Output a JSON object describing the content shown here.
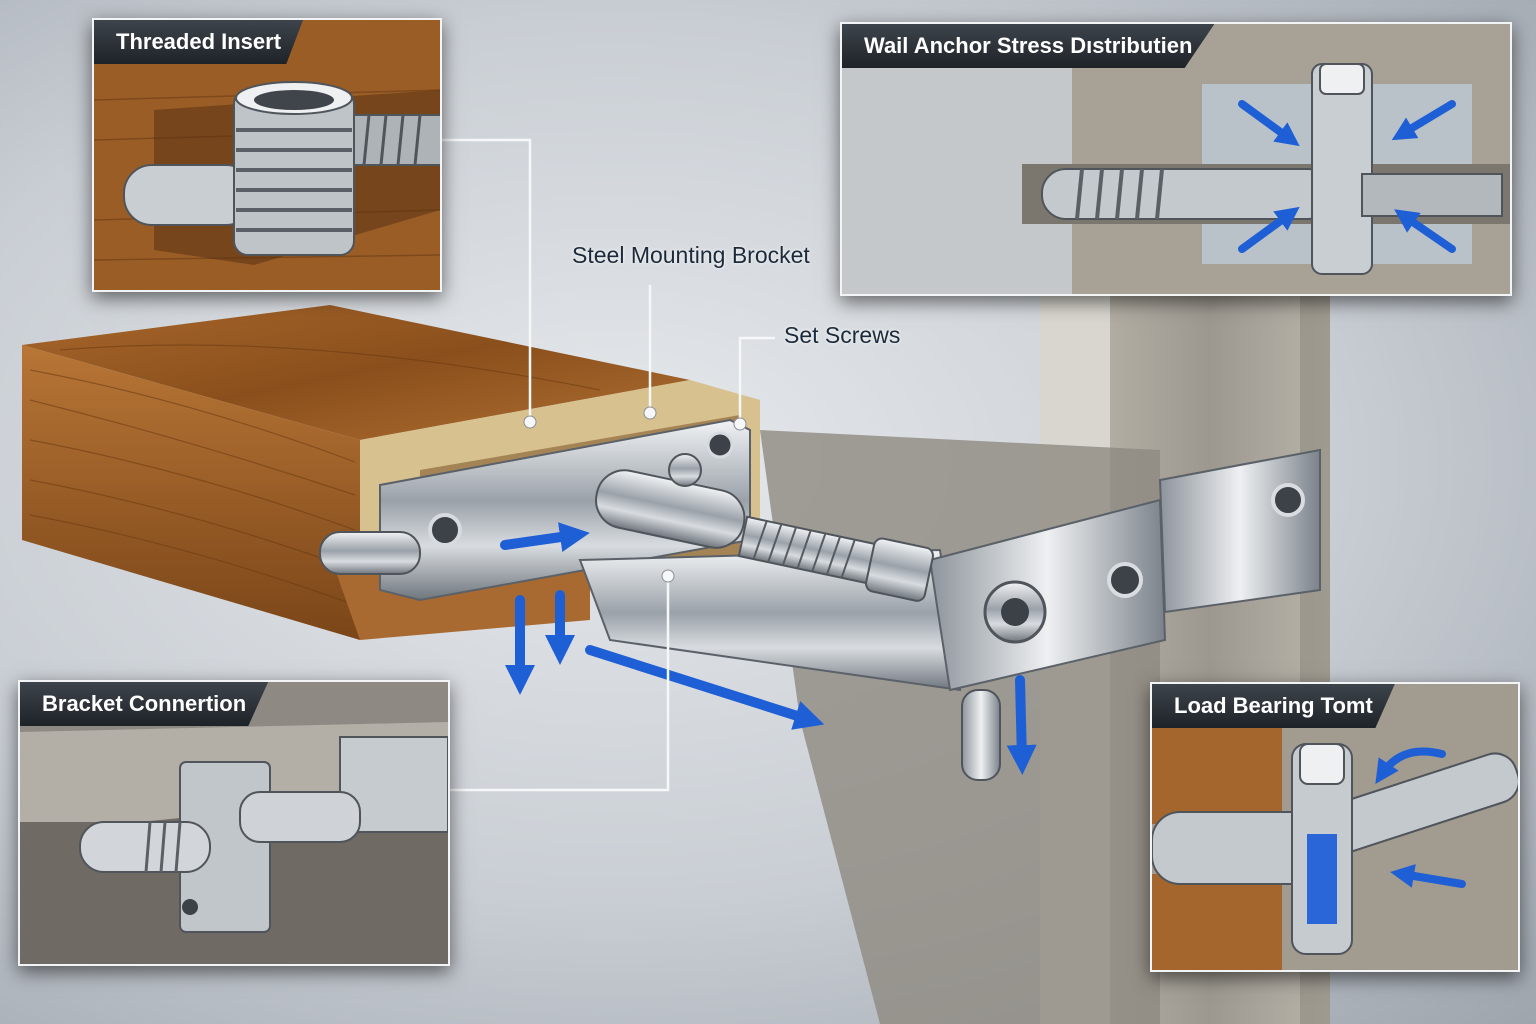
{
  "panels": {
    "threaded_insert": {
      "title": "Threaded Insert"
    },
    "wall_anchor": {
      "title": "Wail Anchor Stress Dıstributien"
    },
    "bracket_connection": {
      "title": "Bracket Connertion"
    },
    "load_bearing": {
      "title": "Load Bearing Tomt"
    }
  },
  "callouts": {
    "bracket": "Steel Mounting Brocket",
    "set_screws": "Set Screws"
  },
  "colors": {
    "wood": "#9a5a22",
    "steel": "#c7ccd1",
    "concrete": "#a8a39a",
    "arrow": "#1f5fd6",
    "title_bar": "#2a3036"
  }
}
